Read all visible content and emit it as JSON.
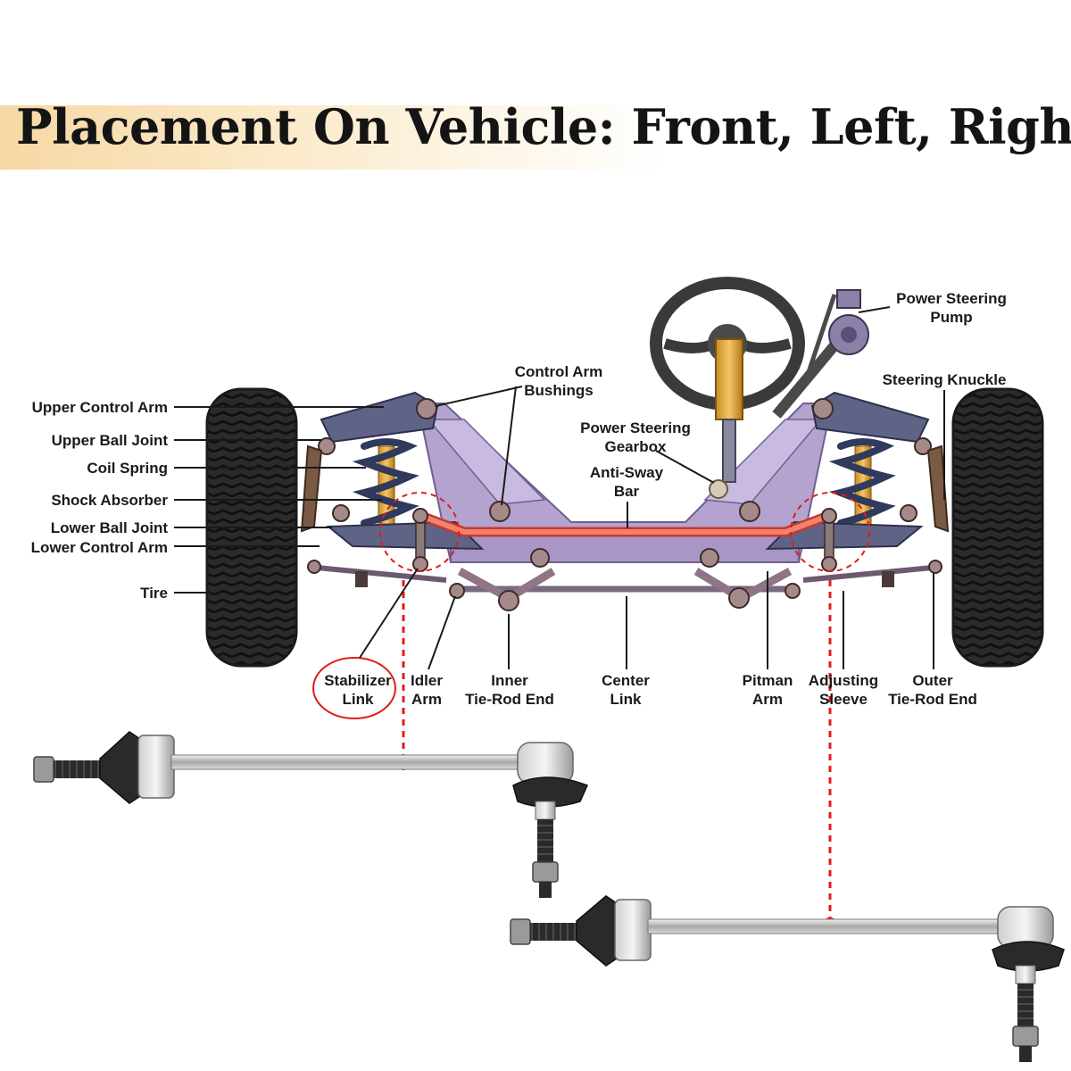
{
  "title": "Placement On Vehicle: Front, Left, Right",
  "labels": {
    "upper_control_arm": "Upper Control Arm",
    "upper_ball_joint": "Upper Ball Joint",
    "coil_spring": "Coil Spring",
    "shock_absorber": "Shock Absorber",
    "lower_ball_joint": "Lower Ball Joint",
    "lower_control_arm": "Lower Control Arm",
    "tire": "Tire",
    "control_arm_bushings": [
      "Control Arm",
      "Bushings"
    ],
    "power_steering_gearbox": [
      "Power Steering",
      "Gearbox"
    ],
    "anti_sway_bar": [
      "Anti-Sway",
      "Bar"
    ],
    "power_steering_pump": [
      "Power Steering",
      "Pump"
    ],
    "steering_knuckle": "Steering Knuckle",
    "stabilizer_link": [
      "Stabilizer",
      "Link"
    ],
    "idler_arm": [
      "Idler",
      "Arm"
    ],
    "inner_tie_rod_end": [
      "Inner",
      "Tie-Rod End"
    ],
    "center_link": [
      "Center",
      "Link"
    ],
    "pitman_arm": [
      "Pitman",
      "Arm"
    ],
    "adjusting_sleeve": [
      "Adjusting",
      "Sleeve"
    ],
    "outer_tie_rod_end": [
      "Outer",
      "Tie-Rod End"
    ]
  },
  "colors": {
    "highlight": "#e21b1b",
    "anti_sway_bar": "#f0836e",
    "frame": "#b4a3cf",
    "control_arm": "#5f6386",
    "spring": "#2f3a5c",
    "shock": "#e6a92e",
    "tire": "#2b2b2b"
  }
}
